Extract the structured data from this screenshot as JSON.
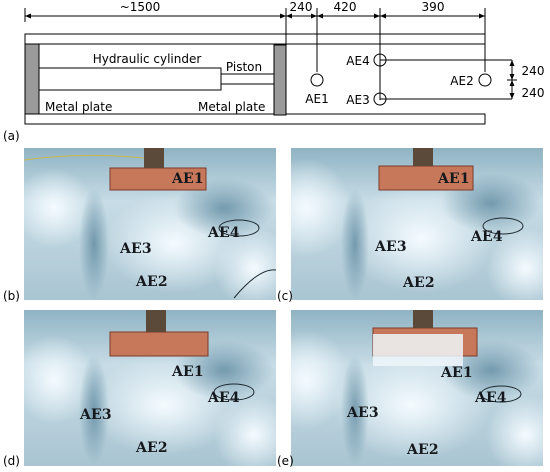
{
  "schematic": {
    "dim_total": "~1500",
    "dim_240": "240",
    "dim_420": "420",
    "dim_390": "390",
    "dim_v1": "240",
    "dim_v2": "240",
    "hydraulic_cylinder": "Hydraulic cylinder",
    "piston": "Piston",
    "metal_plate_left": "Metal plate",
    "metal_plate_right": "Metal plate",
    "sensors": {
      "ae1": "AE1",
      "ae2": "AE2",
      "ae3": "AE3",
      "ae4": "AE4"
    }
  },
  "panels": {
    "a": "(a)",
    "b": "(b)",
    "c": "(c)",
    "d": "(d)",
    "e": "(e)"
  },
  "photo_labels": {
    "ae1": "AE1",
    "ae2": "AE2",
    "ae3": "AE3",
    "ae4": "AE4"
  }
}
